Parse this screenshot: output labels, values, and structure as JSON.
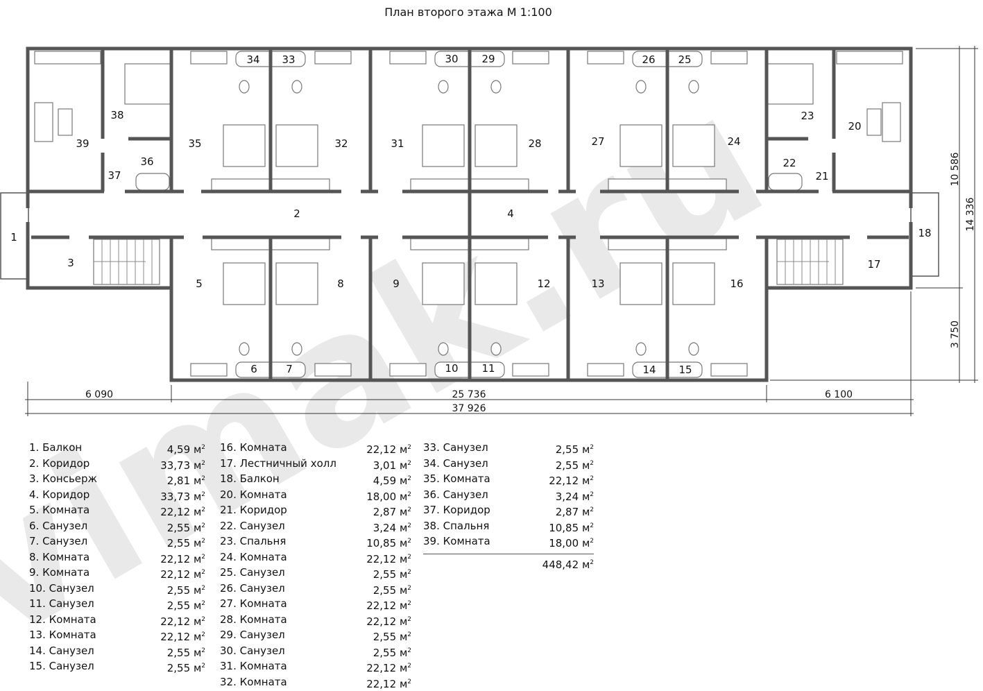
{
  "title": "План второго этажа М 1:100",
  "watermark": "vimak.ru",
  "plan": {
    "room_numbers": [
      "1",
      "2",
      "3",
      "4",
      "5",
      "6",
      "7",
      "8",
      "9",
      "10",
      "11",
      "12",
      "13",
      "14",
      "15",
      "16",
      "17",
      "18",
      "20",
      "21",
      "22",
      "23",
      "24",
      "25",
      "26",
      "27",
      "28",
      "29",
      "30",
      "31",
      "32",
      "33",
      "34",
      "35",
      "36",
      "37",
      "38",
      "39"
    ],
    "dimensions": {
      "left_wing": "6 090",
      "middle": "25 736",
      "right_wing": "6 100",
      "total_width": "37 926",
      "height_main": "10 586",
      "height_total": "14 336",
      "height_projection": "3 750"
    }
  },
  "unit": "м",
  "unit_power": "2",
  "rooms": [
    {
      "name": "1. Балкон",
      "area": "4,59"
    },
    {
      "name": "2. Коридор",
      "area": "33,73"
    },
    {
      "name": "3. Консьерж",
      "area": "2,81"
    },
    {
      "name": "4. Коридор",
      "area": "33,73"
    },
    {
      "name": "5. Комната",
      "area": "22,12"
    },
    {
      "name": "6. Санузел",
      "area": "2,55"
    },
    {
      "name": "7. Санузел",
      "area": "2,55"
    },
    {
      "name": "8. Комната",
      "area": "22,12"
    },
    {
      "name": "9. Комната",
      "area": "22,12"
    },
    {
      "name": "10. Санузел",
      "area": "2,55"
    },
    {
      "name": "11. Санузел",
      "area": "2,55"
    },
    {
      "name": "12. Комната",
      "area": "22,12"
    },
    {
      "name": "13. Комната",
      "area": "22,12"
    },
    {
      "name": "14. Санузел",
      "area": "2,55"
    },
    {
      "name": "15. Санузел",
      "area": "2,55"
    },
    {
      "name": "16. Комната",
      "area": "22,12"
    },
    {
      "name": "17. Лестничный холл",
      "area": "3,01"
    },
    {
      "name": "18. Балкон",
      "area": "4,59"
    },
    {
      "name": "20. Комната",
      "area": "18,00"
    },
    {
      "name": "21. Коридор",
      "area": "2,87"
    },
    {
      "name": "22. Санузел",
      "area": "3,24"
    },
    {
      "name": "23. Спальня",
      "area": "10,85"
    },
    {
      "name": "24. Комната",
      "area": "22,12"
    },
    {
      "name": "25. Санузел",
      "area": "2,55"
    },
    {
      "name": "26. Санузел",
      "area": "2,55"
    },
    {
      "name": "27. Комната",
      "area": "22,12"
    },
    {
      "name": "28. Комната",
      "area": "22,12"
    },
    {
      "name": "29. Санузел",
      "area": "2,55"
    },
    {
      "name": "30. Санузел",
      "area": "2,55"
    },
    {
      "name": "31. Комната",
      "area": "22,12"
    },
    {
      "name": "32. Комната",
      "area": "22,12"
    },
    {
      "name": "33. Санузел",
      "area": "2,55"
    },
    {
      "name": "34. Санузел",
      "area": "2,55"
    },
    {
      "name": "35. Комната",
      "area": "22,12"
    },
    {
      "name": "36. Санузел",
      "area": "3,24"
    },
    {
      "name": "37. Коридор",
      "area": "2,87"
    },
    {
      "name": "38. Спальня",
      "area": "10,85"
    },
    {
      "name": "39. Комната",
      "area": "18,00"
    }
  ],
  "total_area": "448,42"
}
